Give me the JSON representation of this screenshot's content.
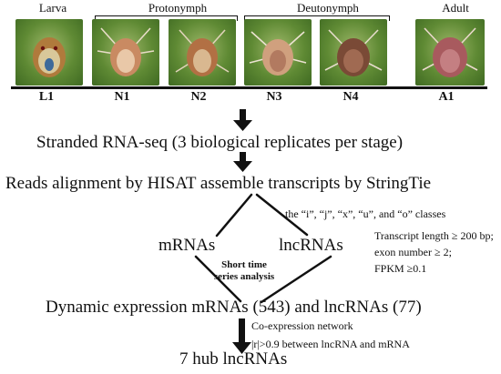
{
  "stages": {
    "larva": "Larva",
    "protonymph": "Protonymph",
    "deutonymph": "Deutonymph",
    "adult": "Adult"
  },
  "samples": [
    "L1",
    "N1",
    "N2",
    "N3",
    "N4",
    "A1"
  ],
  "steps": {
    "step1": "Stranded RNA-seq (3 biological replicates per stage)",
    "step2": "Reads alignment by HISAT assemble transcripts by StringTie",
    "mrnas": "mRNAs",
    "lncrnas": "lncRNAs",
    "classes": "the “i”, “j”, “x”, “u”, and “o” classes",
    "criteria": [
      "Transcript length ≥ 200 bp;",
      "exon number ≥ 2;",
      "FPKM ≥0.1"
    ],
    "analysis": [
      "Short time",
      "series analysis"
    ],
    "step3": "Dynamic expression mRNAs (543) and lncRNAs (77)",
    "network": "Co-expression network",
    "threshold": "|r|>0.9 between lncRNA and mRNA",
    "result": "7 hub lncRNAs"
  },
  "colors": {
    "arrow": "#111111",
    "leaf": "#5f8a34"
  }
}
